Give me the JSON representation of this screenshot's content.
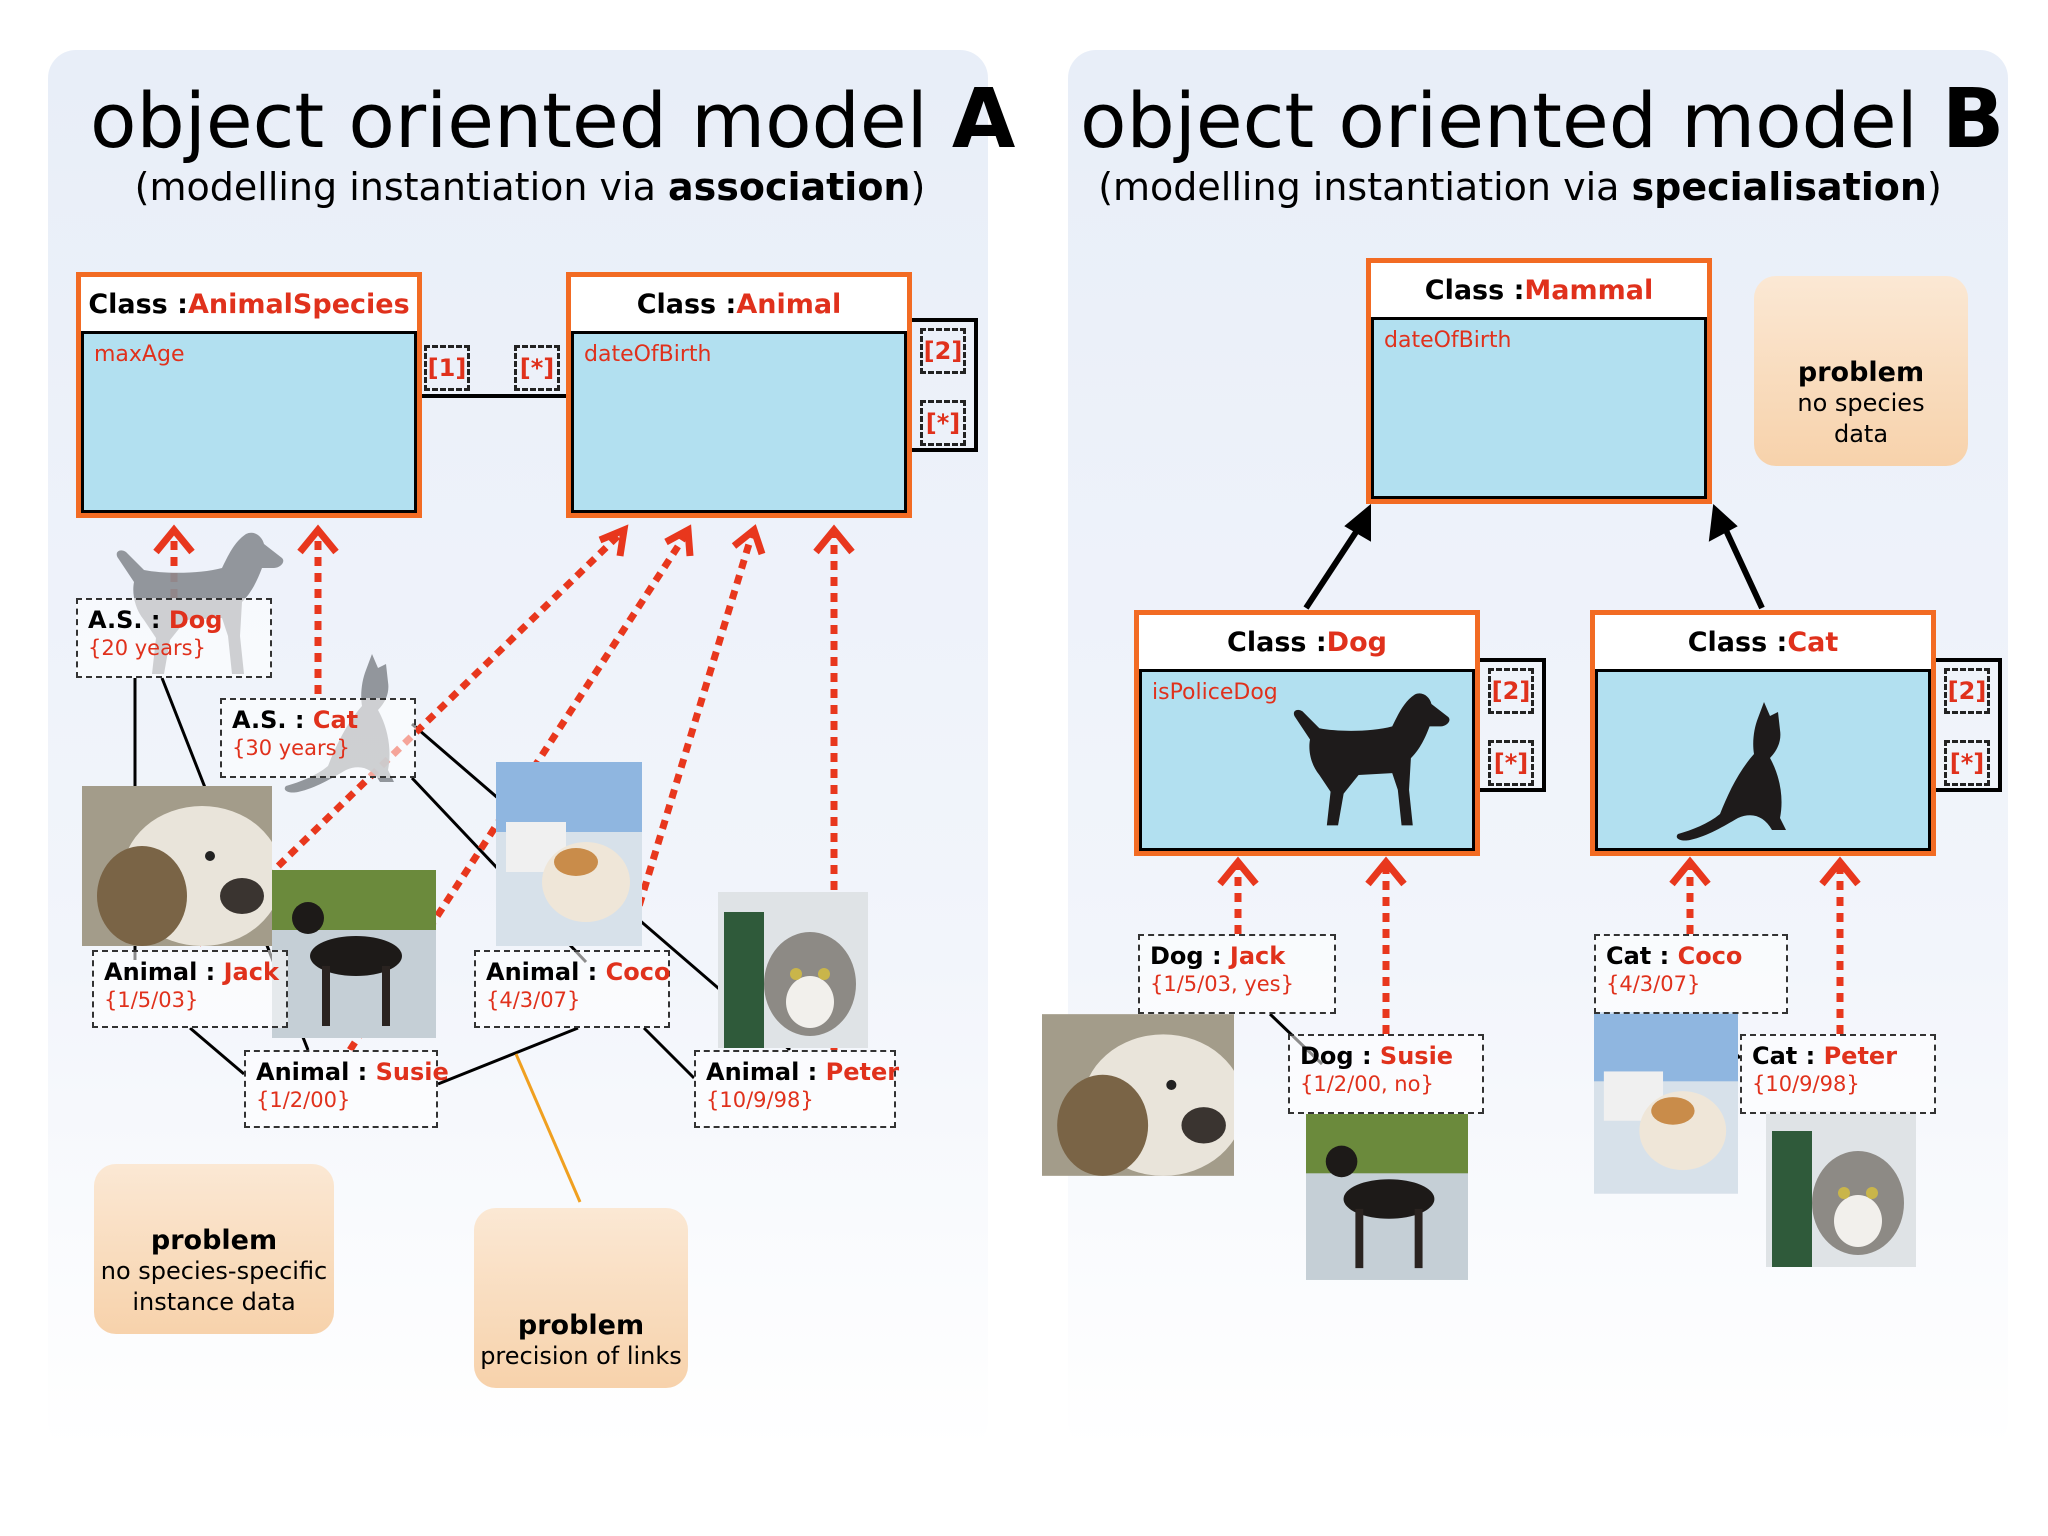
{
  "panelA": {
    "title_prefix": "object oriented model ",
    "title_letter": "A",
    "subtitle_prefix": "(modelling instantiation via ",
    "subtitle_bold": "association",
    "subtitle_suffix": ")",
    "classes": [
      {
        "keyword": "Class : ",
        "name": "AnimalSpecies",
        "attribute": "maxAge"
      },
      {
        "keyword": "Class : ",
        "name": "Animal",
        "attribute": "dateOfBirth"
      }
    ],
    "association_multiplicities": [
      "[1]",
      "[*]"
    ],
    "self_multiplicities": [
      "[2]",
      "[*]"
    ],
    "species_instances": [
      {
        "keyword": "A.S. : ",
        "name": "Dog",
        "value": "{20 years}"
      },
      {
        "keyword": "A.S. : ",
        "name": "Cat",
        "value": "{30 years}"
      }
    ],
    "animal_instances": [
      {
        "keyword": "Animal : ",
        "name": "Jack",
        "value": "{1/5/03}"
      },
      {
        "keyword": "Animal : ",
        "name": "Susie",
        "value": "{1/2/00}"
      },
      {
        "keyword": "Animal : ",
        "name": "Coco",
        "value": "{4/3/07}"
      },
      {
        "keyword": "Animal : ",
        "name": "Peter",
        "value": "{10/9/98}"
      }
    ],
    "problems": [
      {
        "heading": "problem",
        "text_lines": [
          "no species-specific",
          "instance data"
        ]
      },
      {
        "heading": "problem",
        "text_lines": [
          "precision of links"
        ]
      }
    ]
  },
  "panelB": {
    "title_prefix": "object oriented model ",
    "title_letter": "B",
    "subtitle_prefix": "(modelling instantiation via ",
    "subtitle_bold": "specialisation",
    "subtitle_suffix": ")",
    "classes": [
      {
        "keyword": "Class : ",
        "name": "Mammal",
        "attribute": "dateOfBirth"
      },
      {
        "keyword": "Class : ",
        "name": "Dog",
        "attribute": "isPoliceDog"
      },
      {
        "keyword": "Class : ",
        "name": "Cat",
        "attribute": ""
      }
    ],
    "dog_multiplicities": [
      "[2]",
      "[*]"
    ],
    "cat_multiplicities": [
      "[2]",
      "[*]"
    ],
    "instances": [
      {
        "keyword": "Dog : ",
        "name": "Jack",
        "value": "{1/5/03, yes}"
      },
      {
        "keyword": "Dog : ",
        "name": "Susie",
        "value": "{1/2/00, no}"
      },
      {
        "keyword": "Cat : ",
        "name": "Coco",
        "value": "{4/3/07}"
      },
      {
        "keyword": "Cat : ",
        "name": "Peter",
        "value": "{10/9/98}"
      }
    ],
    "problem": {
      "heading": "problem",
      "text_lines": [
        "no species",
        "data"
      ]
    }
  },
  "colors": {
    "class_border": "#f26b23",
    "class_body": "#b2e0f0",
    "name_text": "#e0311c",
    "instantiation_arrow": "#e8371d",
    "problem_box": "#f7d2ab",
    "annotation_line": "#f0a020"
  }
}
